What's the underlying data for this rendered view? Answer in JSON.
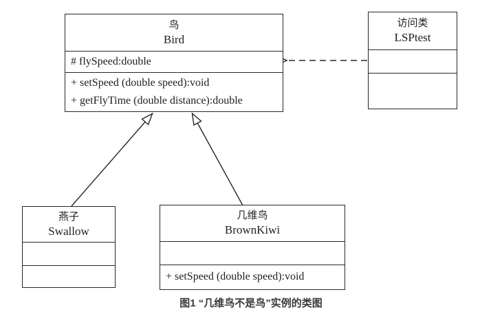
{
  "diagram": {
    "caption": "图1 “几维鸟不是鸟”实例的类图",
    "classes": {
      "bird": {
        "name_zh": "鸟",
        "name_en": "Bird",
        "attributes": [
          "# flySpeed:double"
        ],
        "methods": [
          "+ setSpeed (double speed):void",
          "+ getFlyTime (double distance):double"
        ]
      },
      "lsptest": {
        "name_zh": "访问类",
        "name_en": "LSPtest"
      },
      "swallow": {
        "name_zh": "燕子",
        "name_en": "Swallow"
      },
      "brownkiwi": {
        "name_zh": "几维鸟",
        "name_en": "BrownKiwi",
        "methods": [
          "+ setSpeed (double speed):void"
        ]
      }
    },
    "relationships": [
      {
        "type": "generalization",
        "from": "Swallow",
        "to": "Bird"
      },
      {
        "type": "generalization",
        "from": "BrownKiwi",
        "to": "Bird"
      },
      {
        "type": "dependency",
        "from": "LSPtest",
        "to": "Bird"
      }
    ],
    "colors": {
      "line": "#262626",
      "background": "#ffffff",
      "caption_text": "#3a3a3a"
    }
  }
}
